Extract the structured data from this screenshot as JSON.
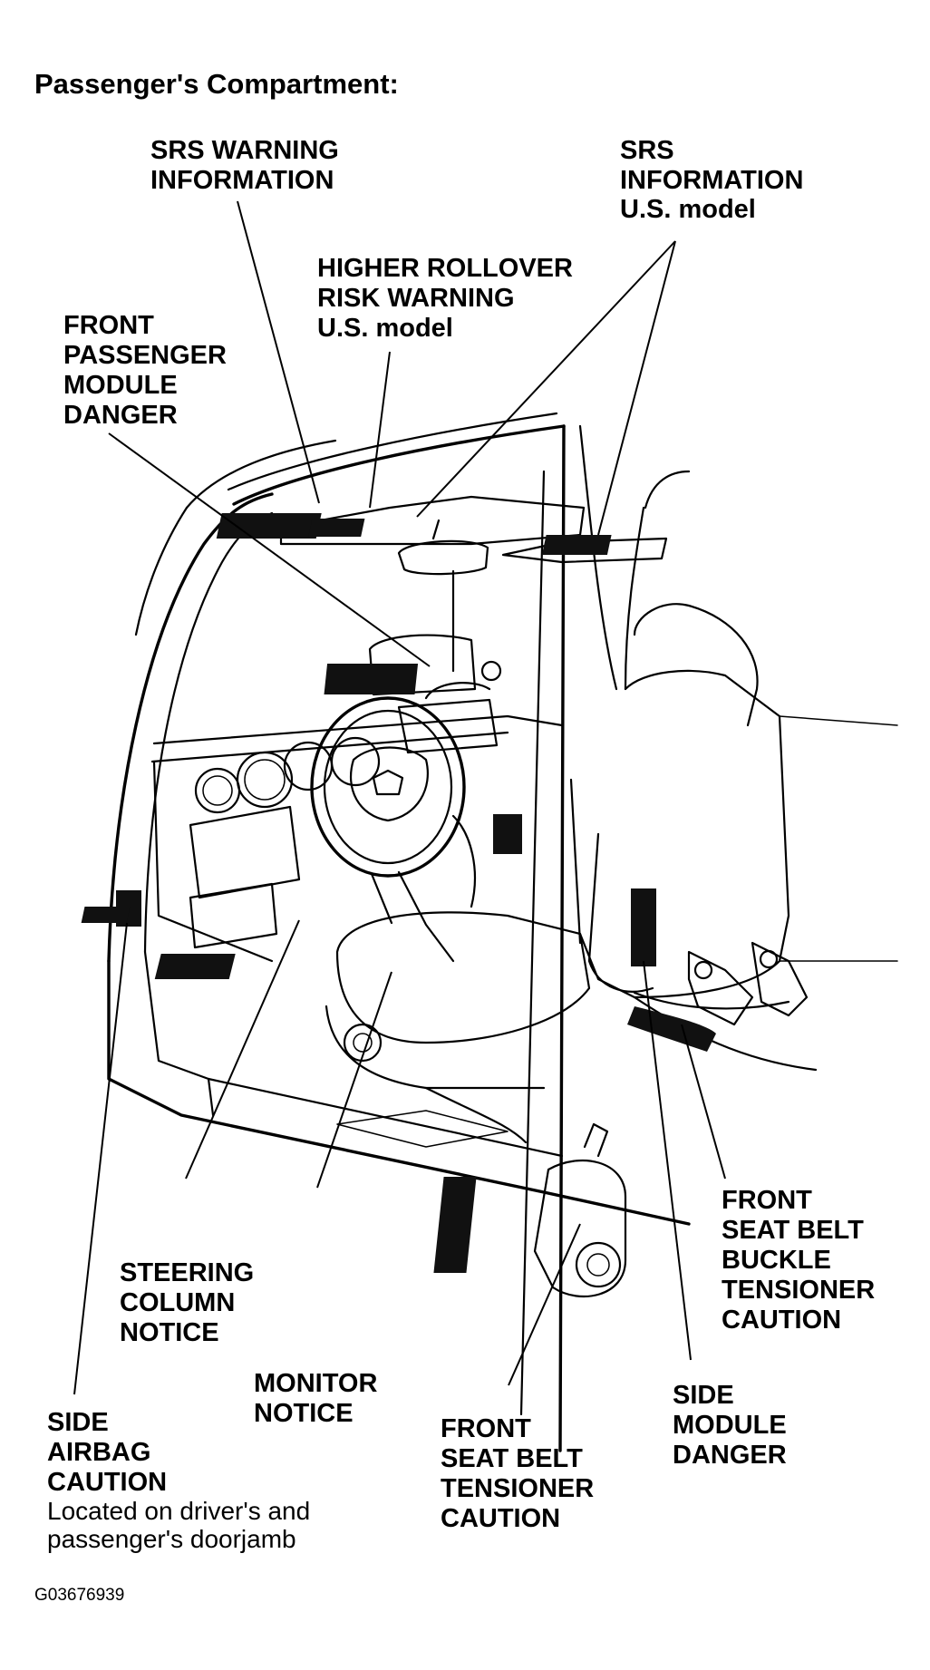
{
  "title": "Passenger's Compartment:",
  "figure_id": "G03676939",
  "labels": {
    "srs_warning_information": [
      "SRS WARNING",
      "INFORMATION"
    ],
    "srs_information": [
      "SRS",
      "INFORMATION",
      "U.S. model"
    ],
    "higher_rollover": [
      "HIGHER ROLLOVER",
      "RISK WARNING",
      "U.S. model"
    ],
    "front_passenger_module": [
      "FRONT",
      "PASSENGER",
      "MODULE",
      "DANGER"
    ],
    "steering_column_notice": [
      "STEERING",
      "COLUMN",
      "NOTICE"
    ],
    "monitor_notice": [
      "MONITOR",
      "NOTICE"
    ],
    "front_seat_belt_tensioner": [
      "FRONT",
      "SEAT BELT",
      "TENSIONER",
      "CAUTION"
    ],
    "side_module_danger": [
      "SIDE",
      "MODULE",
      "DANGER"
    ],
    "front_seat_belt_buckle": [
      "FRONT",
      "SEAT BELT",
      "BUCKLE",
      "TENSIONER",
      "CAUTION"
    ],
    "side_airbag_caution": [
      "SIDE",
      "AIRBAG",
      "CAUTION"
    ],
    "side_airbag_note": [
      "Located on driver's and",
      "passenger's doorjamb"
    ]
  }
}
